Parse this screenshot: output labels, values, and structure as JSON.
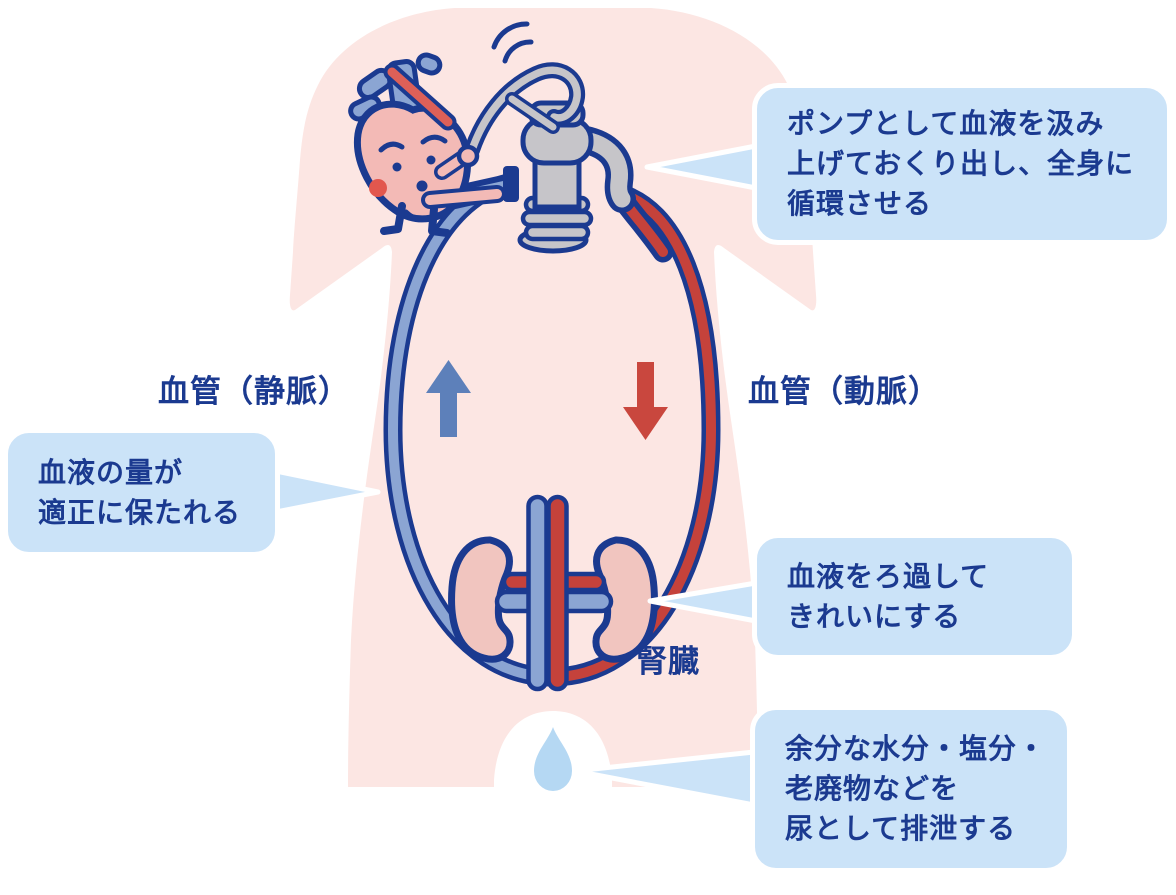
{
  "figure": {
    "labels": {
      "vein": "血管（静脈）",
      "artery": "血管（動脈）",
      "kidney": "腎臓"
    },
    "bubbles": {
      "pump": "ポンプとして血液を汲み\n上げておくり出し、全身に\n循環させる",
      "volume": "血液の量が\n適正に保たれる",
      "filter": "血液をろ過して\nきれいにする",
      "urine": "余分な水分・塩分・\n老廃物などを\n尿として排泄する"
    },
    "icons": {
      "heart": "heart-character-icon",
      "pump": "hand-pump-icon",
      "kidneys": "kidneys-icon",
      "drop": "urine-drop-icon",
      "up_arrow": "vein-flow-up-arrow-icon",
      "down_arrow": "artery-flow-down-arrow-icon"
    },
    "colors": {
      "navy": "#1b3a90",
      "body_pink": "#fce6e3",
      "heart_pink": "#f3bab6",
      "kidney_pink": "#f1c5bf",
      "vein_blue": "#8ba5d3",
      "artery_red": "#c5423b",
      "bright_red": "#dd6058",
      "blush_red": "#e2574e",
      "pump_gray": "#c6c5c9",
      "bubble_blue": "#cbe3f8",
      "drop_blue": "#b5d8f3",
      "arrow_blue": "#5d80ba",
      "arrow_red": "#c9473e"
    }
  }
}
